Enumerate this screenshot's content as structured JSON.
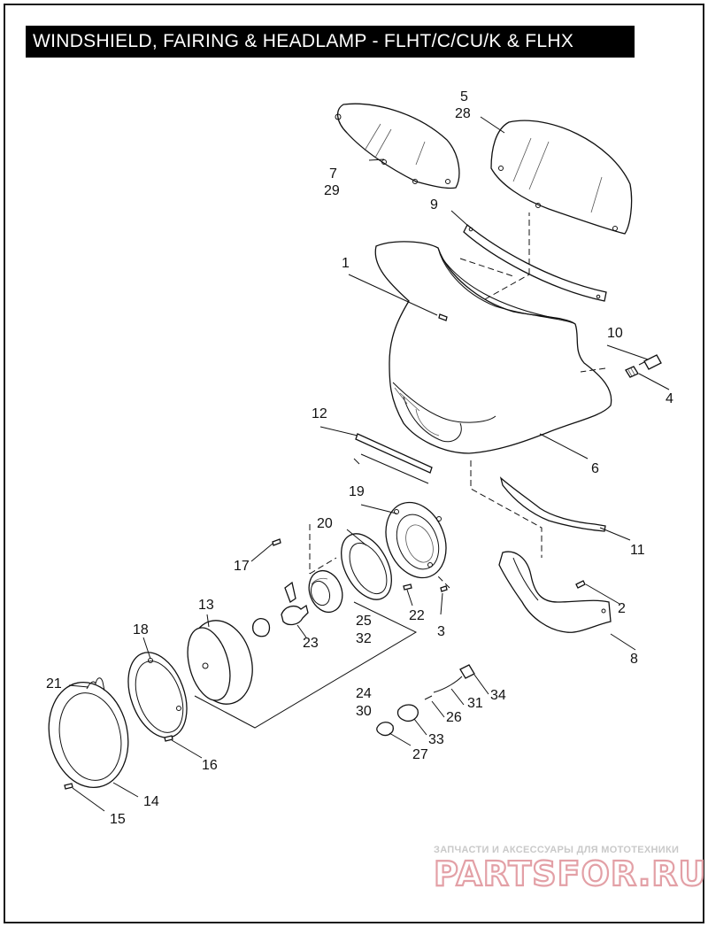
{
  "title": "WINDSHIELD, FAIRING & HEADLAMP - FLHT/C/CU/K & FLHX",
  "callouts": {
    "c1": "1",
    "c2": "2",
    "c3": "3",
    "c4": "4",
    "c5": "5",
    "c28": "28",
    "c6": "6",
    "c7": "7",
    "c29": "29",
    "c8": "8",
    "c9": "9",
    "c10": "10",
    "c11": "11",
    "c12": "12",
    "c13": "13",
    "c14": "14",
    "c15": "15",
    "c16": "16",
    "c17": "17",
    "c18": "18",
    "c19": "19",
    "c20": "20",
    "c21": "21",
    "c22": "22",
    "c23": "23",
    "c24": "24",
    "c30": "30",
    "c25": "25",
    "c32": "32",
    "c26": "26",
    "c27": "27",
    "c31": "31",
    "c33": "33",
    "c34": "34"
  },
  "watermark": {
    "subtitle": "ЗАПЧАСТИ И АКСЕССУАРЫ ДЛЯ МОТОТЕХНИКИ",
    "logo": "PARTSFOR.RU"
  }
}
